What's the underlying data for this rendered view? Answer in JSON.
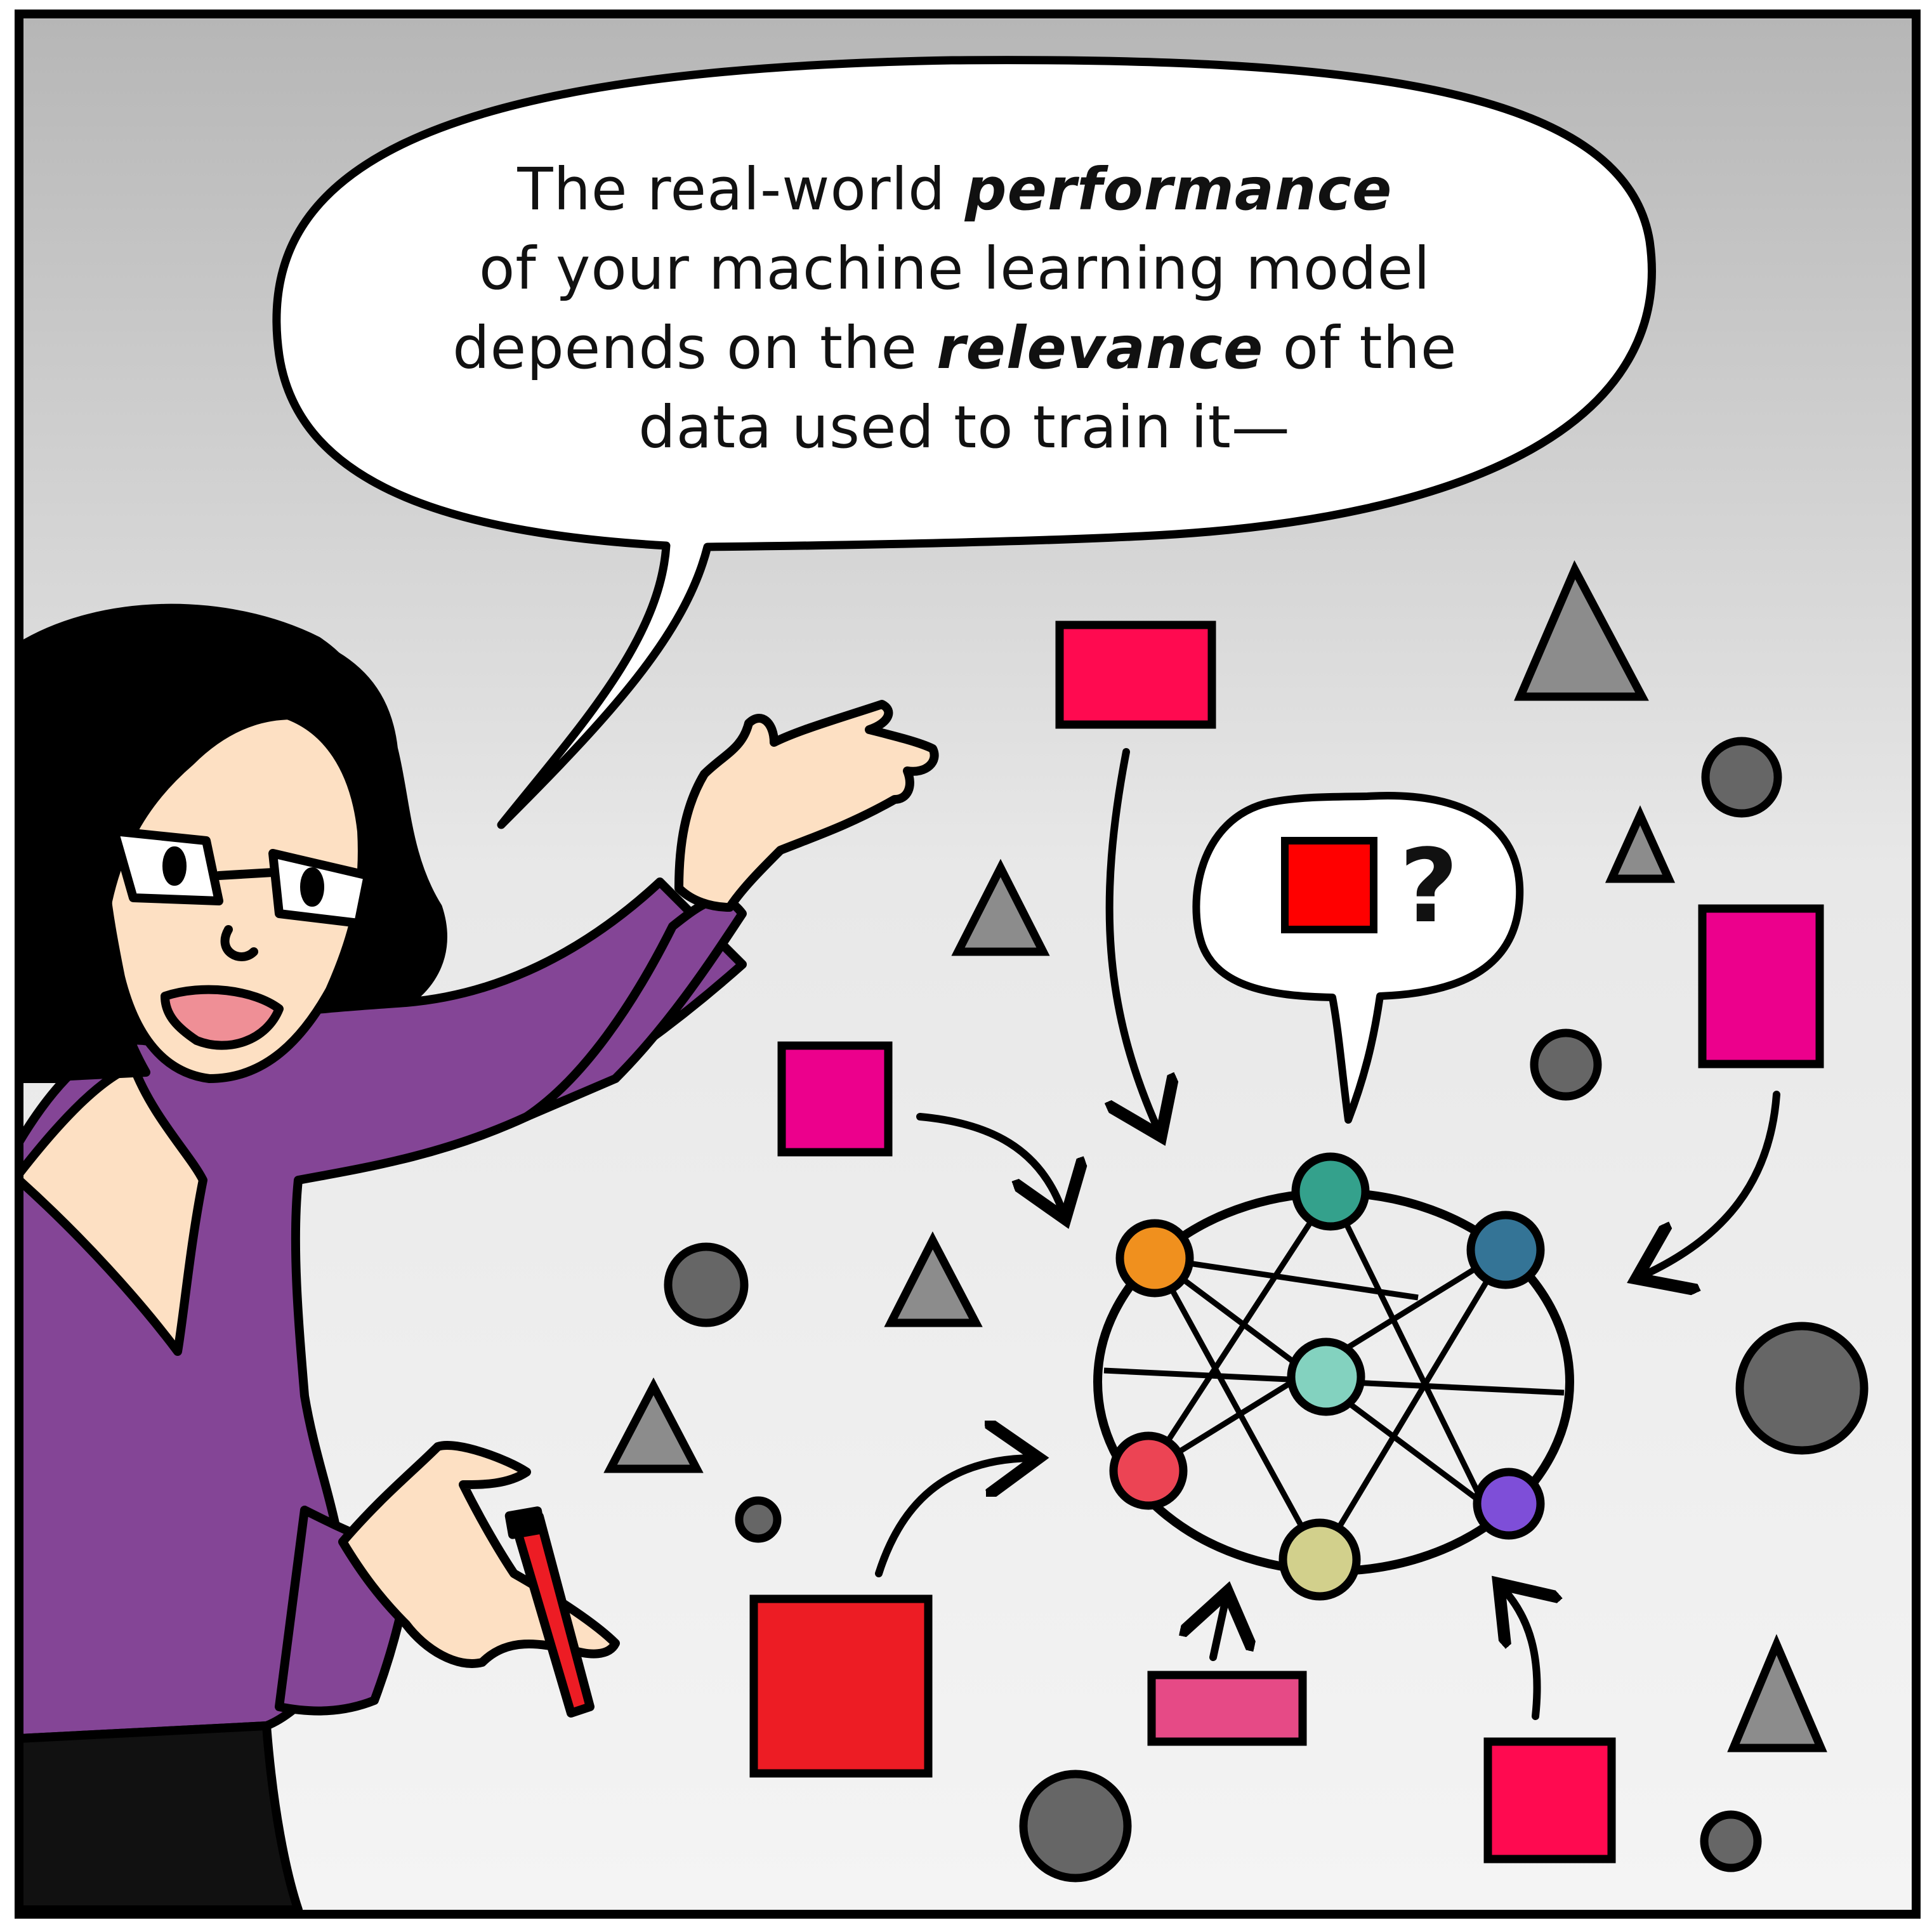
{
  "speech_bubble": {
    "line1_a": "The real-world ",
    "line1_b": "performance",
    "line2": "of your machine learning model",
    "line3_a": "depends on the ",
    "line3_b": "relevance",
    "line3_c": " of the",
    "line4": "data used to train it—"
  },
  "thought_bubble": {
    "question_mark": "?"
  },
  "colors": {
    "sky_top": "#bdbdbd",
    "sky_bottom": "#f2f2f2",
    "magenta": "#ec008c",
    "crimson": "#ff0a50",
    "red": "#ed1c24",
    "pink": "#e64a86",
    "gray_shape": "#8c8c8c",
    "dark_circle": "#666666",
    "shirt": "#844596",
    "skin": "#fde0c3",
    "hair": "#000000",
    "node_orange": "#f0901e",
    "node_teal": "#34a18c",
    "node_blue": "#347496",
    "node_mint": "#83d2bf",
    "node_red": "#ec4454",
    "node_purple": "#7e4ed8",
    "node_olive": "#d2d08c"
  },
  "icons": [
    "woman-presenter",
    "red-marker",
    "neural-network",
    "speech-bubble",
    "thought-bubble"
  ]
}
